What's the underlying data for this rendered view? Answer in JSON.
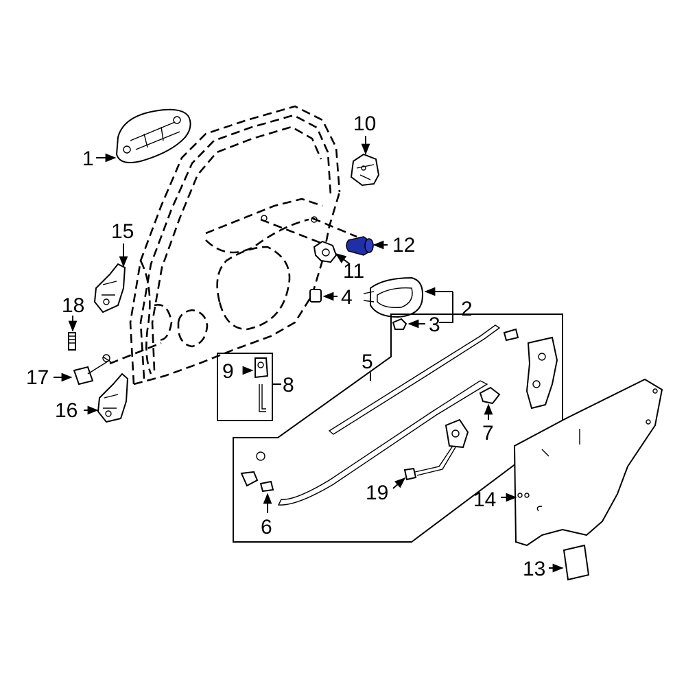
{
  "diagram": {
    "highlight_color": "#1f2fa8",
    "highlighted_part": "12",
    "callouts": {
      "c1": "1",
      "c2": "2",
      "c3": "3",
      "c4": "4",
      "c5": "5",
      "c6": "6",
      "c7": "7",
      "c8": "8",
      "c9": "9",
      "c10": "10",
      "c11": "11",
      "c12": "12",
      "c13": "13",
      "c14": "14",
      "c15": "15",
      "c16": "16",
      "c17": "17",
      "c18": "18",
      "c19": "19"
    }
  }
}
